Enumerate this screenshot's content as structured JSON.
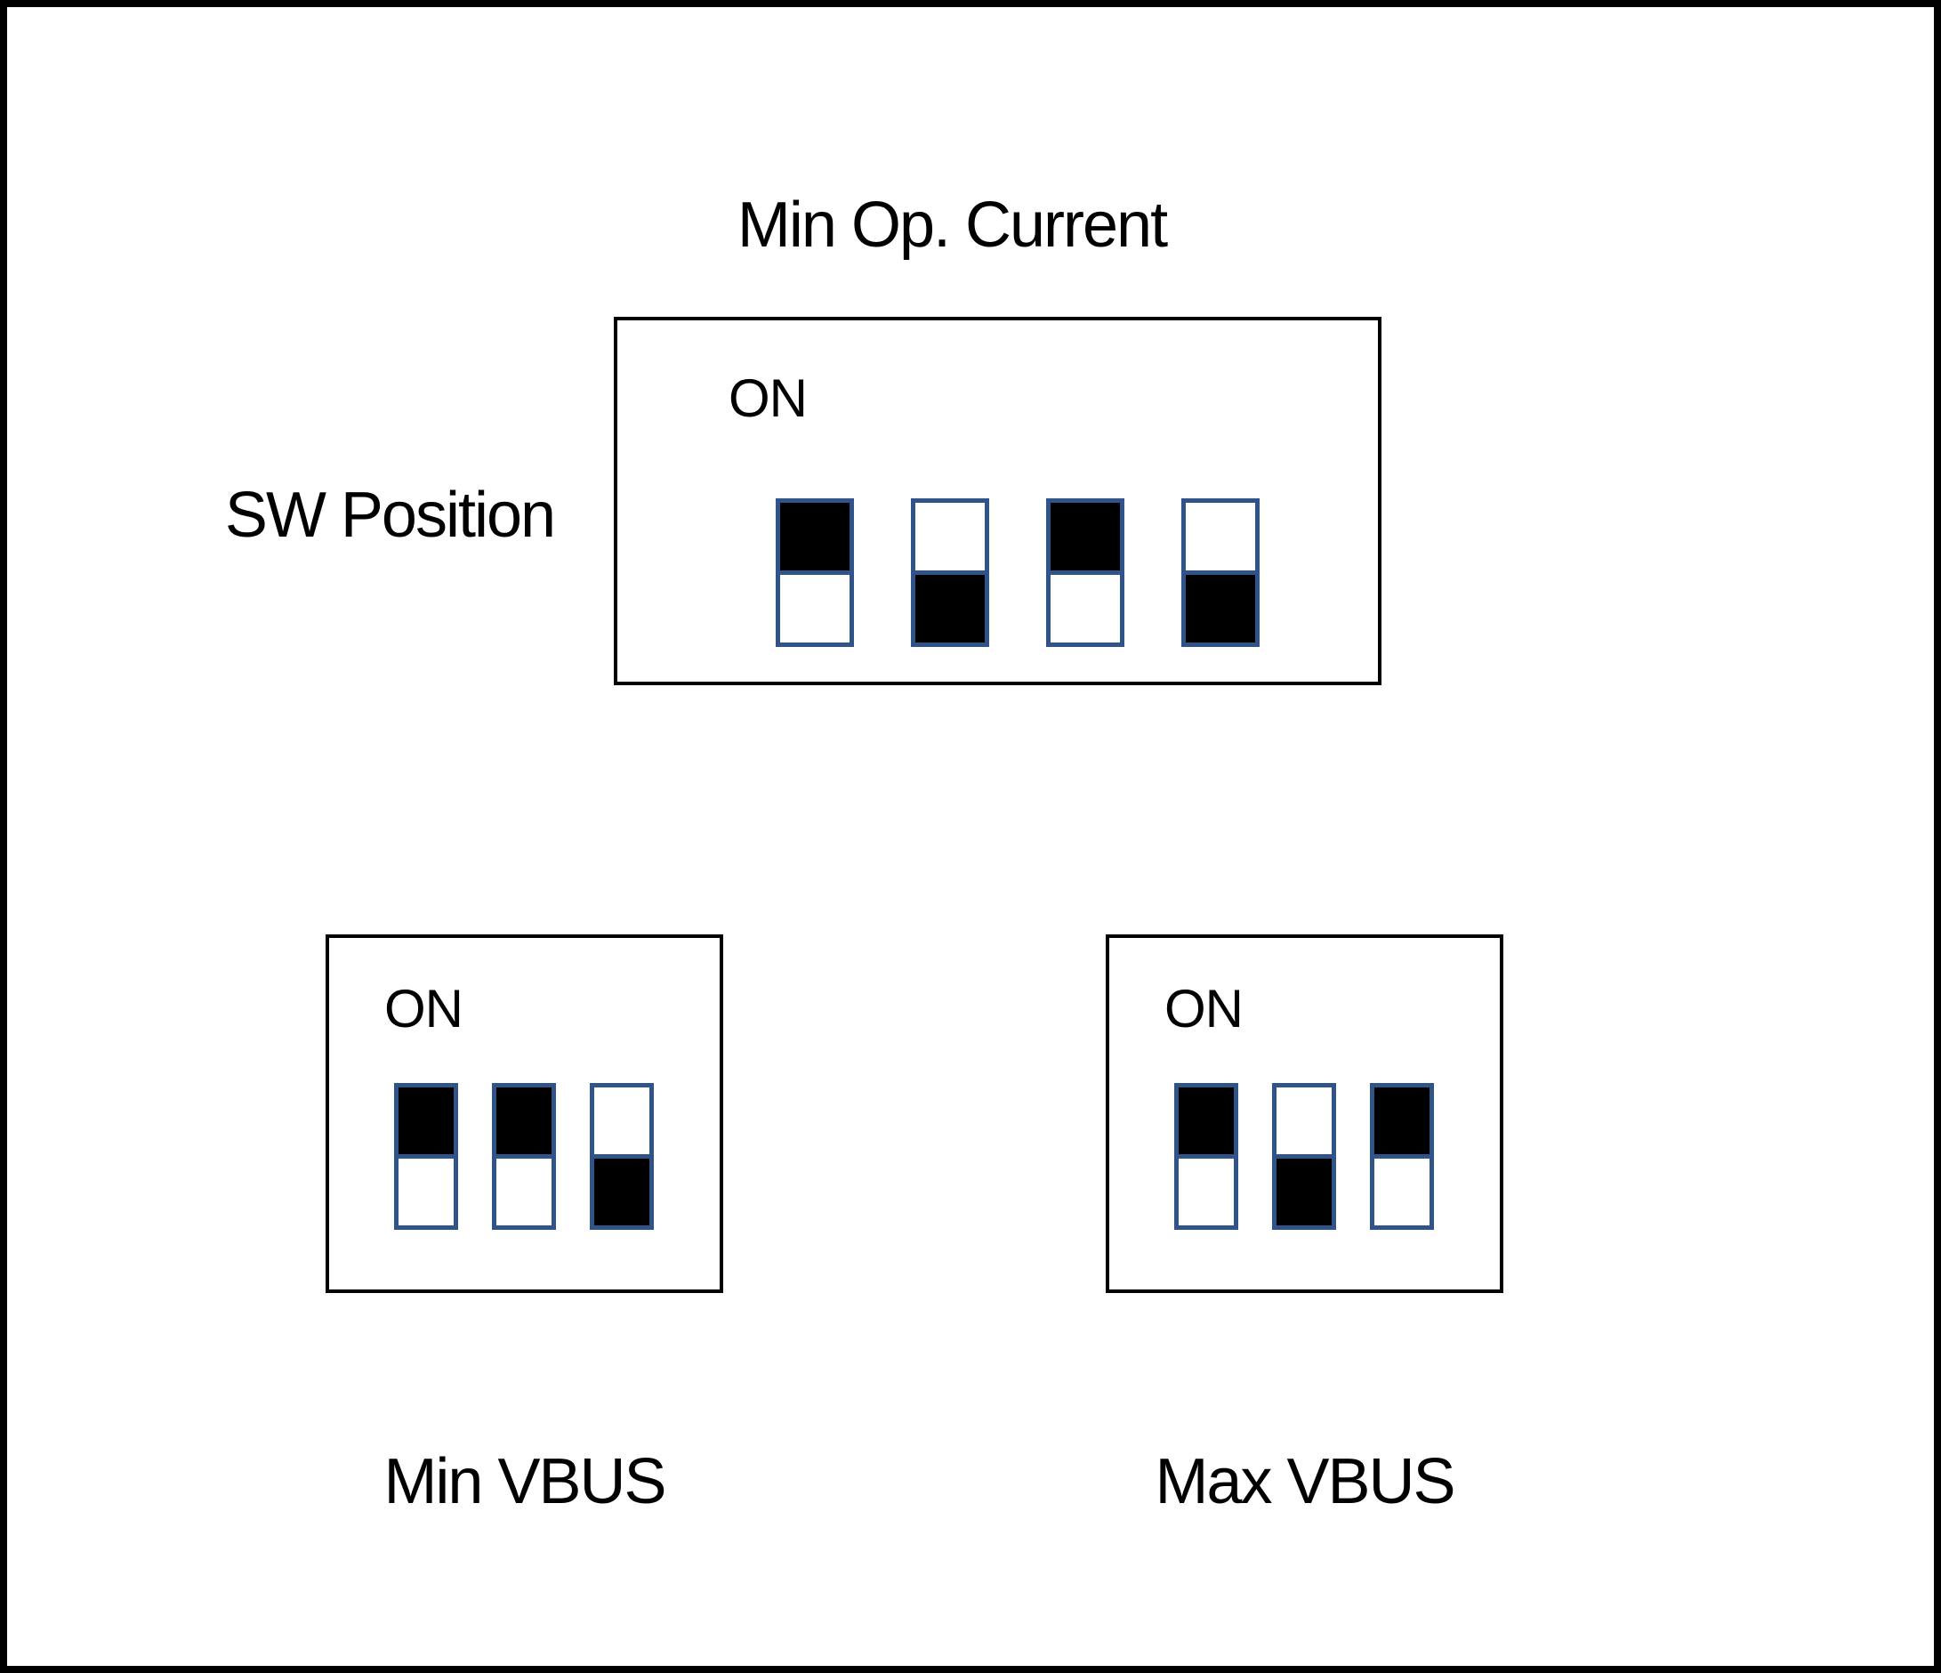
{
  "diagram": {
    "title": "Min Op. Current",
    "side_label": "SW Position",
    "colors": {
      "background": "#ffffff",
      "frame": "#000000",
      "text": "#000000",
      "switch_border": "#305389",
      "switch_fill": "#000000"
    },
    "panels": [
      {
        "name": "sw-position-dip-block",
        "on_label": "ON",
        "switch_count": 4,
        "switches": [
          "on",
          "off",
          "on",
          "off"
        ]
      },
      {
        "name": "min-vbus-dip-block",
        "on_label": "ON",
        "switch_count": 3,
        "switches": [
          "on",
          "on",
          "off"
        ],
        "caption": "Min VBUS"
      },
      {
        "name": "max-vbus-dip-block",
        "on_label": "ON",
        "switch_count": 3,
        "switches": [
          "on",
          "off",
          "on"
        ],
        "caption": "Max VBUS"
      }
    ]
  }
}
